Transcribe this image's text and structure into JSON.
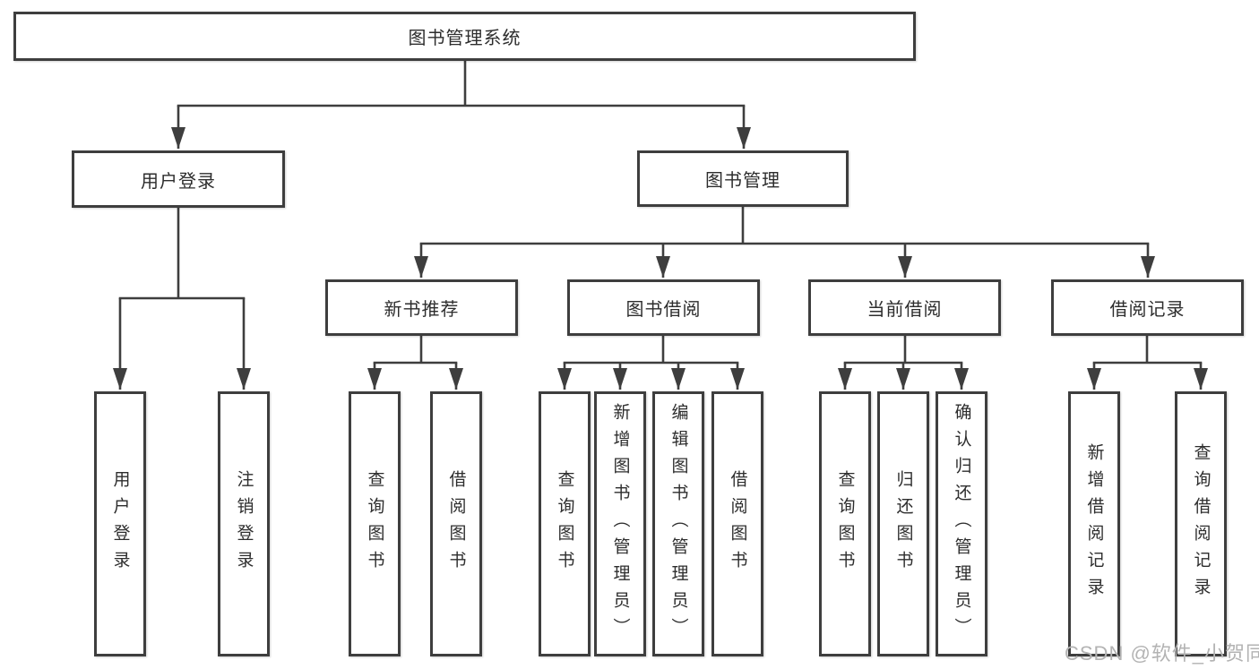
{
  "diagram": {
    "tree": {
      "label": "图书管理系统",
      "children": [
        {
          "label": "用户登录",
          "children": [
            {
              "label": "用户登录"
            },
            {
              "label": "注销登录"
            }
          ]
        },
        {
          "label": "图书管理",
          "children": [
            {
              "label": "新书推荐",
              "children": [
                {
                  "label": "查询图书"
                },
                {
                  "label": "借阅图书"
                }
              ]
            },
            {
              "label": "图书借阅",
              "children": [
                {
                  "label": "查询图书"
                },
                {
                  "label": "新增图书（管理员）"
                },
                {
                  "label": "编辑图书（管理员）"
                },
                {
                  "label": "借阅图书"
                }
              ]
            },
            {
              "label": "当前借阅",
              "children": [
                {
                  "label": "查询图书"
                },
                {
                  "label": "归还图书"
                },
                {
                  "label": "确认归还（管理员）"
                }
              ]
            },
            {
              "label": "借阅记录",
              "children": [
                {
                  "label": "新增借阅记录"
                },
                {
                  "label": "查询借阅记录"
                }
              ]
            }
          ]
        }
      ]
    },
    "watermark": {
      "text": "CSDN @软件_小贺同学"
    },
    "colors": {
      "line": "#3e3e3e",
      "box_border": "#3e3e3e",
      "text": "#2d2d2d",
      "watermark": "#b3b3b3",
      "background": "#ffffff"
    }
  }
}
